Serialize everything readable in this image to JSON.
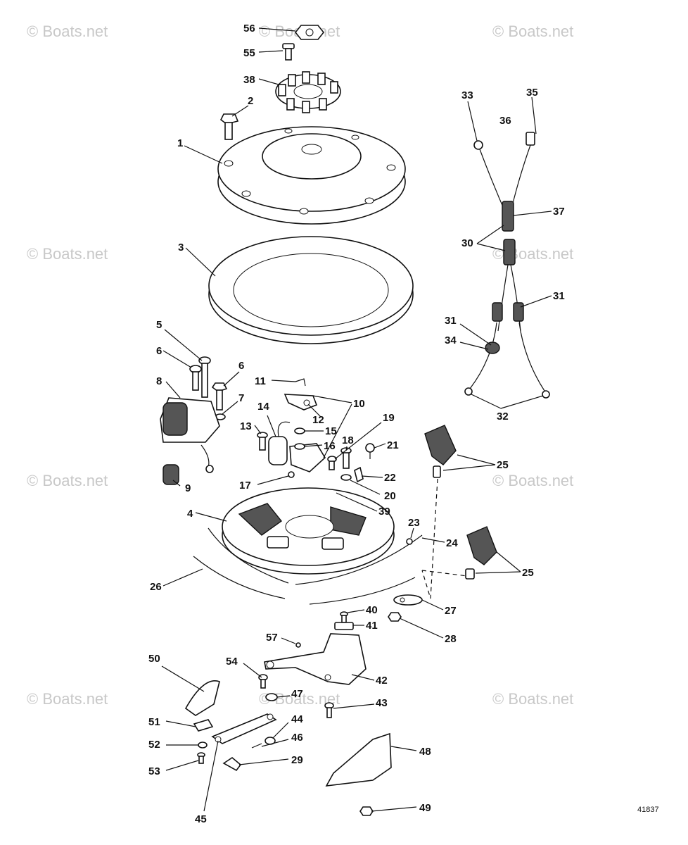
{
  "watermark": "© Boats.net",
  "figure_number": "41837",
  "part_labels": [
    "1",
    "2",
    "3",
    "4",
    "5",
    "6",
    "6",
    "7",
    "8",
    "9",
    "10",
    "11",
    "12",
    "13",
    "14",
    "15",
    "16",
    "17",
    "18",
    "19",
    "20",
    "21",
    "22",
    "23",
    "24",
    "25",
    "25",
    "26",
    "27",
    "28",
    "29",
    "30",
    "31",
    "31",
    "32",
    "33",
    "34",
    "35",
    "36",
    "37",
    "38",
    "39",
    "40",
    "41",
    "42",
    "43",
    "44",
    "45",
    "46",
    "47",
    "48",
    "49",
    "50",
    "51",
    "52",
    "53",
    "54",
    "55",
    "56",
    "57"
  ]
}
